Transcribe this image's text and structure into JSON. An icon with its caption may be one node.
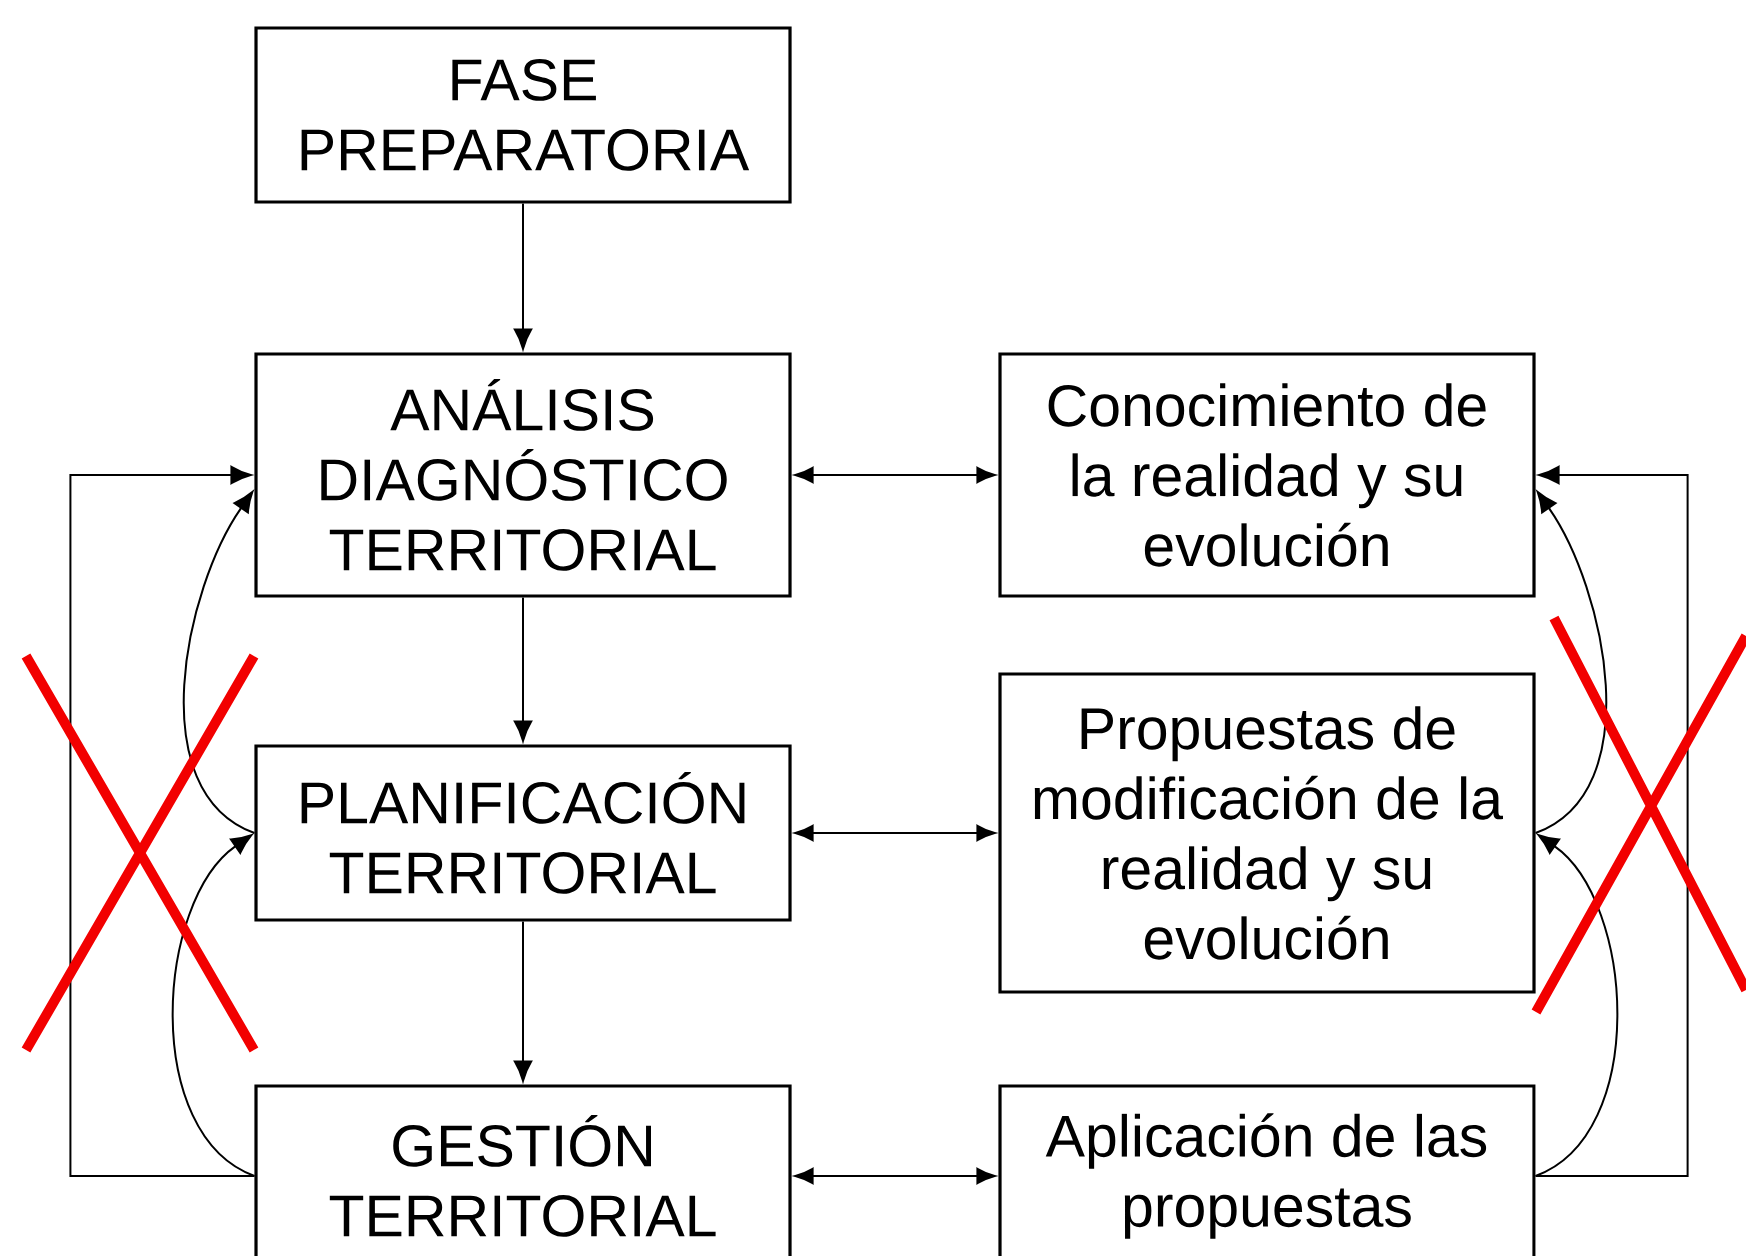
{
  "diagram": {
    "nodes": [
      {
        "text": [
          "FASE PREPARATORIA"
        ]
      },
      {
        "text": [
          "ANÁLISIS DIAGNÓSTICO TERRITORIAL"
        ]
      },
      {
        "text": [
          "PLANIFICACIÓN TERRITORIAL"
        ]
      },
      {
        "text": [
          "GESTIÓN TERRITORIAL"
        ]
      },
      {
        "text": [
          "Conocimiento de la realidad y su evolución"
        ]
      },
      {
        "text": [
          "Propuestas de modificación de la realidad y su evolución"
        ]
      },
      {
        "text": [
          "Aplicación de las propuestas"
        ]
      }
    ],
    "edges": [
      {
        "from": 0,
        "to": 1,
        "arrow": "to"
      },
      {
        "from": 1,
        "to": 2,
        "arrow": "to"
      },
      {
        "from": 2,
        "to": 3,
        "arrow": "to"
      },
      {
        "from": 1,
        "to": 4,
        "arrow": "both"
      },
      {
        "from": 2,
        "to": 5,
        "arrow": "both"
      },
      {
        "from": 3,
        "to": 6,
        "arrow": "both"
      },
      {
        "from": 3,
        "to": 2,
        "arrow": "to"
      },
      {
        "from": 2,
        "to": 1,
        "arrow": "to"
      },
      {
        "from": 3,
        "to": 1,
        "arrow": "to"
      },
      {
        "from": 6,
        "to": 5,
        "arrow": "to"
      },
      {
        "from": 5,
        "to": 4,
        "arrow": "to"
      },
      {
        "from": 6,
        "to": 4,
        "arrow": "to"
      }
    ]
  }
}
